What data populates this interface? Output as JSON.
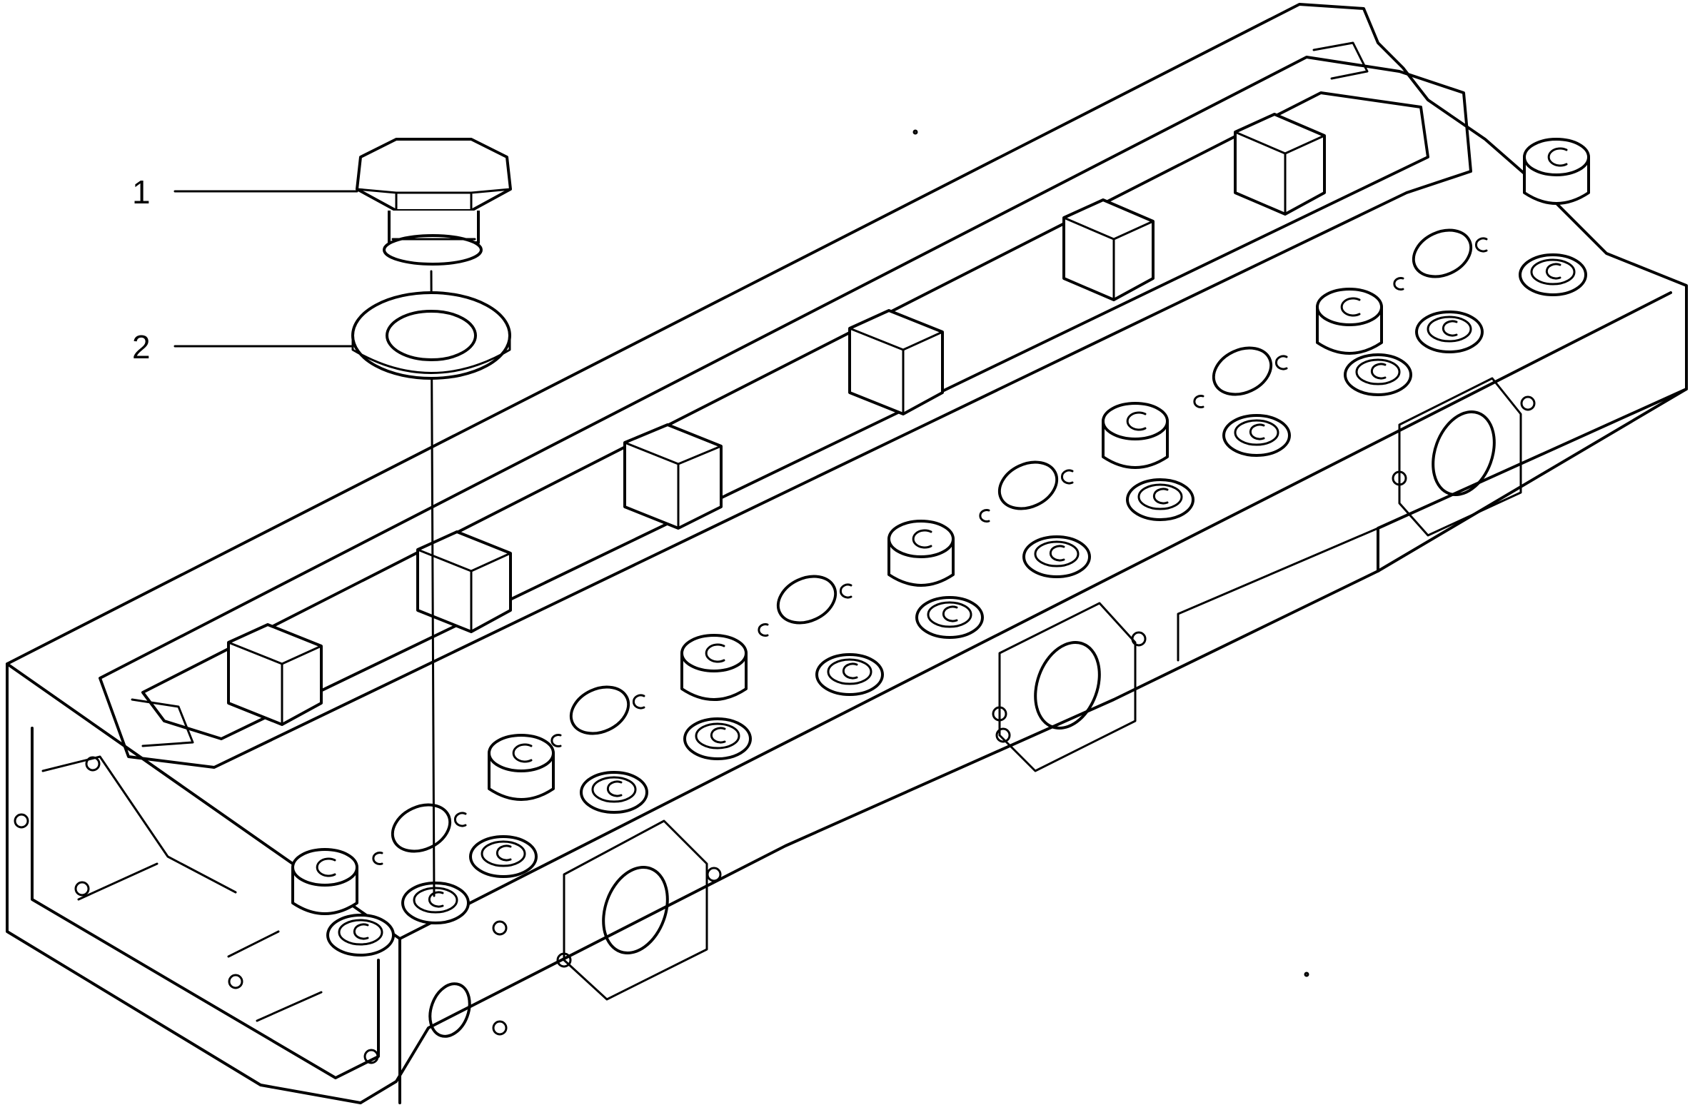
{
  "callouts": [
    {
      "id": "plug",
      "label": "1"
    },
    {
      "id": "washer",
      "label": "2"
    }
  ],
  "line_color": "#000000",
  "background": "#ffffff"
}
